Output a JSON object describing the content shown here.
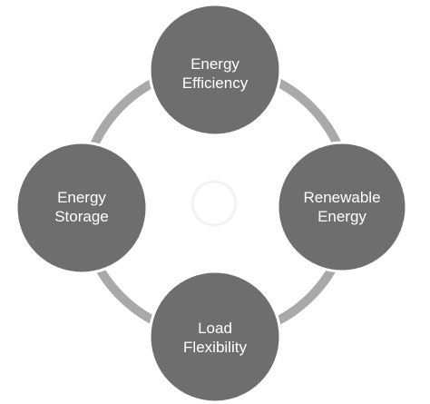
{
  "diagram": {
    "nodes": [
      {
        "id": "top",
        "lines": [
          "Energy",
          "Efficiency"
        ]
      },
      {
        "id": "right",
        "lines": [
          "Renewable",
          "Energy"
        ]
      },
      {
        "id": "bottom",
        "lines": [
          "Load",
          "Flexibility"
        ]
      },
      {
        "id": "left",
        "lines": [
          "Energy",
          "Storage"
        ]
      }
    ]
  },
  "colors": {
    "node_fill": "#6e6e6e",
    "node_edge": "#ffffff",
    "ring": "#a9a9a9",
    "center_ring": "#f2f2f2",
    "text": "#ffffff",
    "background": "#ffffff"
  }
}
